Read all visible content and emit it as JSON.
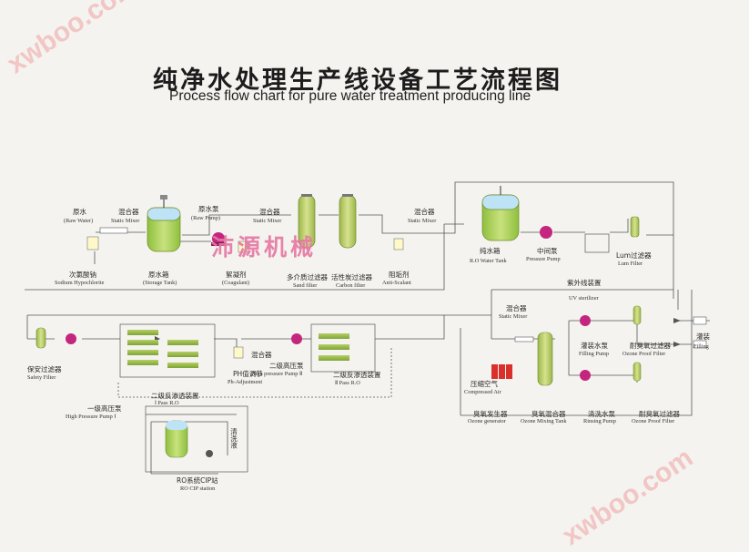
{
  "header": {
    "title": "纯净水处理生产线设备工艺流程图",
    "subtitle": "Process flow chart for pure water treatment producing line"
  },
  "watermark": {
    "text": "xwboo.com"
  },
  "brand_overlay": "沛源机械",
  "labels": {
    "raw_water_cn": "原水",
    "raw_water_en": "(Raw Water)",
    "static_mixer_1_cn": "混合器",
    "static_mixer_1_en": "Static Mixer",
    "raw_pump_cn": "原水泵",
    "raw_pump_en": "(Raw Pump)",
    "static_mixer_2_cn": "混合器",
    "static_mixer_2_en": "Static Mixer",
    "static_mixer_3_cn": "混合器",
    "static_mixer_3_en": "Static Mixer",
    "hypochlorite_cn": "次氯酸钠",
    "hypochlorite_en": "Sodium Hypochlorite",
    "storage_tank_cn": "原水箱",
    "storage_tank_en": "(Storage Tank)",
    "coagulant_cn": "絮凝剂",
    "coagulant_en": "(Coagulant)",
    "sand_filter_cn": "多介质过滤器",
    "sand_filter_en": "Sand filter",
    "carbon_filter_cn": "活性炭过滤器",
    "carbon_filter_en": "Carbon filter",
    "anti_scalant_cn": "阻垢剂",
    "anti_scalant_en": "Anti-Scalant",
    "ro_tank_cn": "纯水箱",
    "ro_tank_en": "R.O Water Tank",
    "pressure_pump_cn": "中间泵",
    "pressure_pump_en": "Pressure Pump",
    "lum_filter_cn": "Lum过滤器",
    "lum_filter_en": "Lum Filter",
    "uv_cn": "紫外线装置",
    "uv_en": "UV sterilizer",
    "mixer_4_cn": "混合器",
    "mixer_4_en": "Static Mixer",
    "compressed_air_cn": "压缩空气",
    "compressed_air_en": "Compressed Air",
    "filling_pump_cn": "灌装水泵",
    "filling_pump_en": "Filling Pump",
    "ozone_filter_1_cn": "耐臭氧过滤器",
    "ozone_filter_1_en": "Ozone Proof Filter",
    "filling_cn": "灌装",
    "filling_en": "Filling",
    "ozone_gen_cn": "臭氧发生器",
    "ozone_gen_en": "Ozone generator",
    "ozone_tank_cn": "臭氧混合器",
    "ozone_tank_en": "Ozone Mixing Tank",
    "rinsing_pump_cn": "清洗水泵",
    "rinsing_pump_en": "Rinsing Pump",
    "ozone_filter_2_cn": "耐臭氧过滤器",
    "ozone_filter_2_en": "Ozone Proof Filter",
    "safety_filter_cn": "保安过滤器",
    "safety_filter_en": "Safety Filter",
    "ph_cn": "PH值调节",
    "ph_en": "Ph-Adjustment",
    "mixer_5_cn": "混合器",
    "hp_pump_2_cn": "二级高压泵",
    "hp_pump_2_en": "High pressure Pump Ⅱ",
    "ro2_cn": "二级反渗透装置",
    "ro2_en": "Ⅱ Pass R.O",
    "hp_pump_1_cn": "一级高压泵",
    "hp_pump_1_en": "High Pressure Pump Ⅰ",
    "ro1_cn": "二级反渗透装置",
    "ro1_en": "Ⅰ Pass R.O",
    "cip_wash_cn": "清洗液",
    "cip_cn": "RO系统CIP站",
    "cip_en": "RO CIP station"
  },
  "colors": {
    "pipe": "#555555",
    "tank_green": "#a3cd57",
    "tank_blue": "#9fd0ee",
    "filter_olive": "#a7c25a",
    "pump_magenta": "#c4267f",
    "watermark_pink": "#f1b7b7",
    "brand_pink": "#e679a4",
    "chem_red": "#d9302b"
  }
}
